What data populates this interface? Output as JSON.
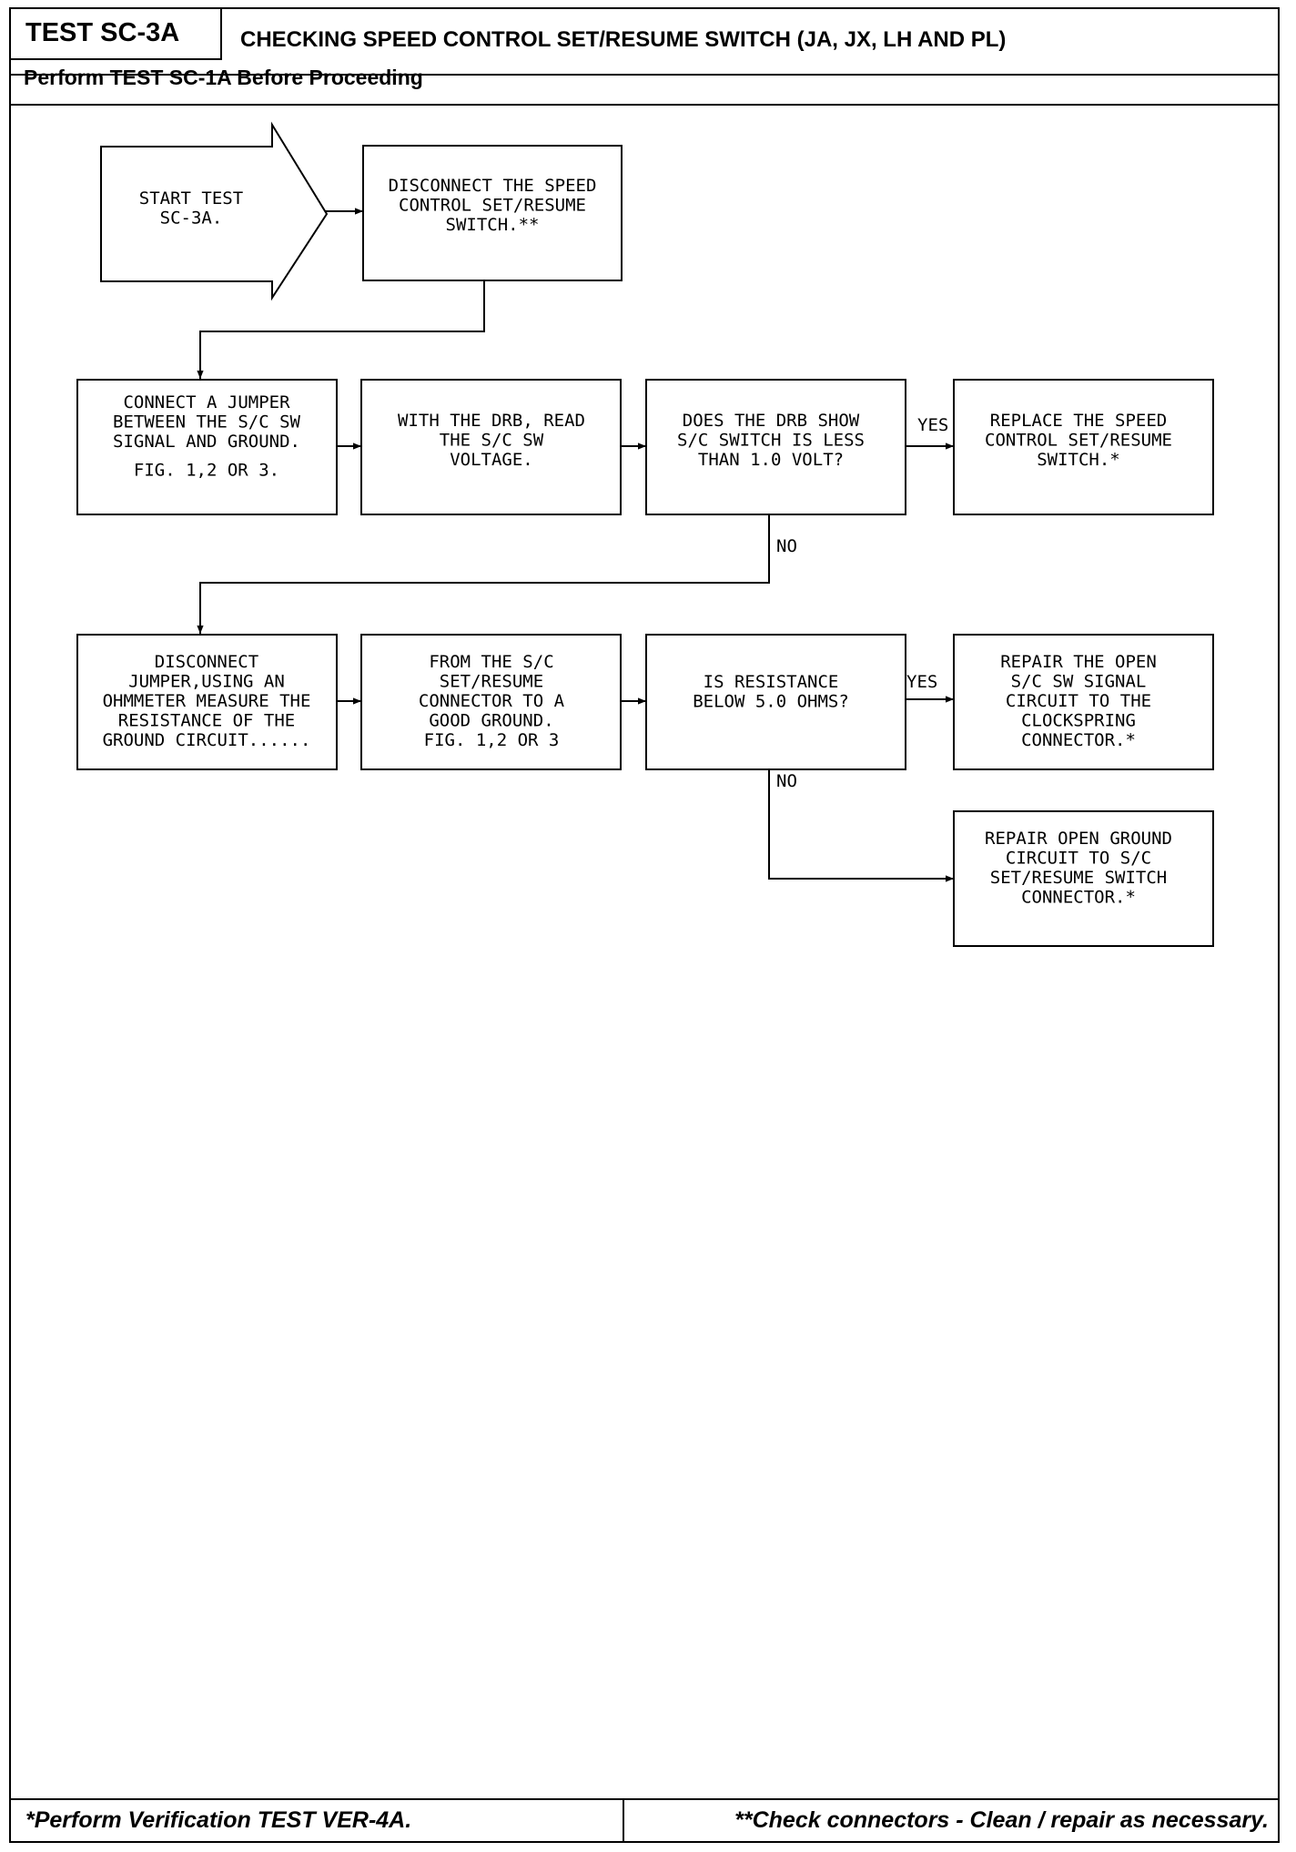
{
  "header": {
    "test_id": "TEST SC-3A",
    "title": "CHECKING SPEED CONTROL SET/RESUME SWITCH (JA, JX, LH AND PL)",
    "prerequisite": "Perform TEST SC-1A Before Proceeding"
  },
  "flow": {
    "start": [
      "START TEST",
      "SC-3A."
    ],
    "disconnect_switch": [
      "DISCONNECT THE SPEED",
      "CONTROL SET/RESUME",
      "SWITCH.**"
    ],
    "connect_jumper": [
      "CONNECT A JUMPER",
      "BETWEEN THE S/C SW",
      "SIGNAL AND GROUND.",
      "FIG. 1,2 OR 3."
    ],
    "read_voltage": [
      "WITH THE DRB, READ",
      "THE S/C SW",
      "VOLTAGE."
    ],
    "voltage_question": [
      "DOES THE DRB SHOW",
      "S/C SWITCH IS LESS",
      "THAN 1.0 VOLT?"
    ],
    "replace_switch": [
      "REPLACE THE SPEED",
      "CONTROL SET/RESUME",
      "SWITCH.*"
    ],
    "measure_resistance": [
      "DISCONNECT",
      "JUMPER,USING AN",
      "OHMMETER MEASURE THE",
      "RESISTANCE OF THE",
      "GROUND CIRCUIT......"
    ],
    "from_connector": [
      "FROM THE S/C",
      "SET/RESUME",
      "CONNECTOR TO A",
      "GOOD GROUND.",
      "FIG. 1,2 OR 3"
    ],
    "resistance_question": [
      "IS RESISTANCE",
      "BELOW 5.0 OHMS?"
    ],
    "repair_signal": [
      "REPAIR THE OPEN",
      "S/C SW SIGNAL",
      "CIRCUIT TO THE",
      "CLOCKSPRING",
      "CONNECTOR.*"
    ],
    "repair_ground": [
      "REPAIR OPEN GROUND",
      "CIRCUIT TO S/C",
      "SET/RESUME SWITCH",
      "CONNECTOR.*"
    ],
    "labels": {
      "yes1": "YES",
      "no1": "NO",
      "yes2": "YES",
      "no2": "NO"
    }
  },
  "footer": {
    "left": "*Perform Verification TEST VER-4A.",
    "right": "**Check connectors - Clean / repair as necessary."
  }
}
